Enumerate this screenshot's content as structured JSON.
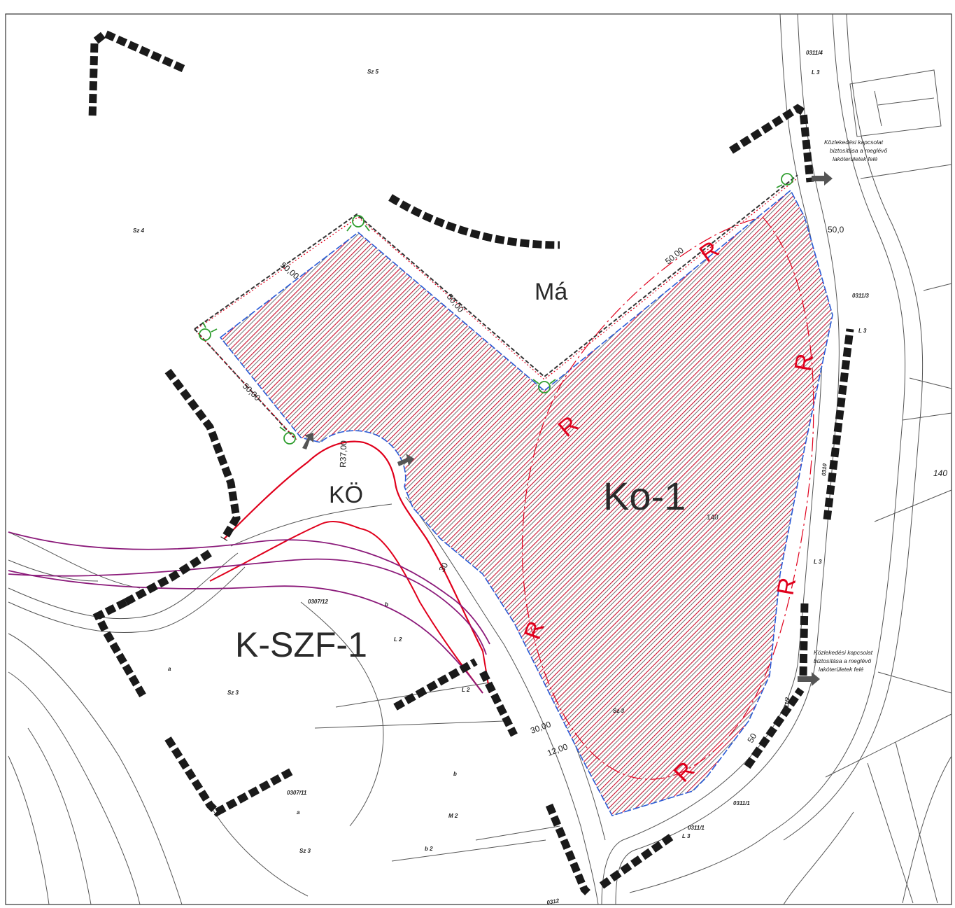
{
  "zones": {
    "ko1": "Ko-1",
    "ma": "Má",
    "ko": "KÖ",
    "kszf1": "K-SZF-1"
  },
  "dimensions": {
    "radius": "R37,00",
    "d1": "50,00",
    "d2": "50,00",
    "d3": "50,00",
    "d4": "50,00",
    "d5": "50,0",
    "d6": "30",
    "d7": "30,00",
    "d8": "12,00",
    "d9": "50"
  },
  "notes": {
    "top": [
      "Közlekedési kapcsolat",
      "biztosítása a meglévő",
      "lakóterületek felé"
    ],
    "bottom": [
      "Közlekedési kapcsolat",
      "biztosítása a meglévő",
      "lakóterületek felé"
    ]
  },
  "parcels": {
    "p0311_4": "0311/4",
    "p0311_3": "0311/3",
    "p0311_2": "0311/2",
    "p0311_1": "0311/1",
    "p0311_1b": "0311/1",
    "p0307_12": "0307/12",
    "p0307_11": "0307/11",
    "p0312": "0312",
    "p0310": "0310",
    "n140a": "140",
    "n140b": "140",
    "sz5": "Sz 5",
    "sz4": "Sz 4",
    "sz3a": "Sz 3",
    "sz3b": "Sz 3",
    "sz3c": "Sz 3",
    "l2a": "L 2",
    "l2b": "L 2",
    "l3a": "L 3",
    "l3b": "L 3",
    "l3c": "L 3",
    "l3d": "L 3",
    "m2": "M 2",
    "b2": "b 2",
    "ta": "a",
    "tb": "b",
    "tb2": "b",
    "ta2": "a"
  },
  "r_marks": [
    "R",
    "R",
    "R",
    "R",
    "R",
    "R"
  ],
  "colors": {
    "hatch": "#c8102e",
    "boundary_blue": "#2a5bd7",
    "road_red": "#e0001c",
    "pipeline_purple": "#8b1a7a",
    "dark_fill": "#1a1a1a",
    "green_marker": "#2f9e2f"
  }
}
